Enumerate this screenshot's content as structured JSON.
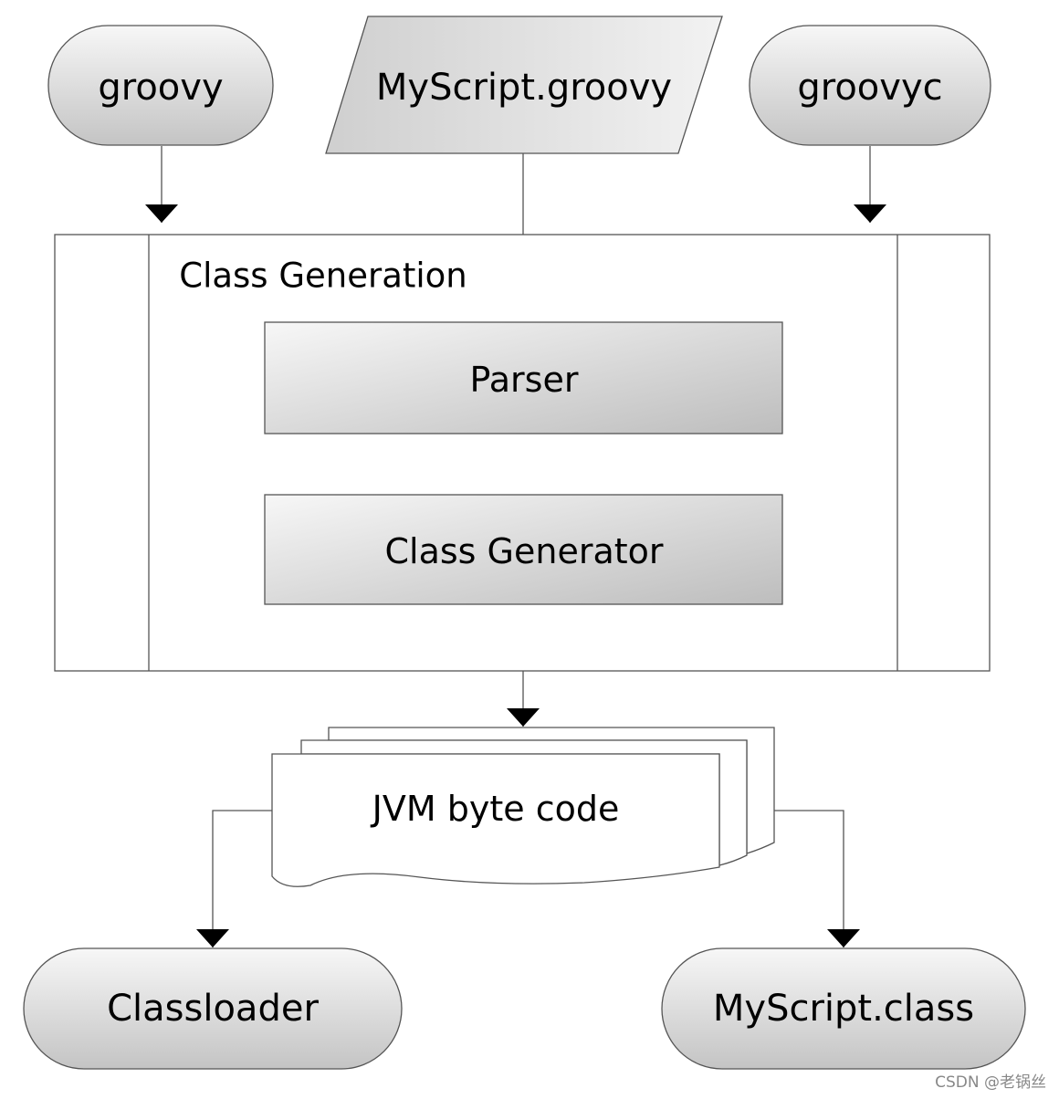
{
  "diagram": {
    "inputs": {
      "groovy": "groovy",
      "source_file": "MyScript.groovy",
      "groovyc": "groovyc"
    },
    "process": {
      "title": "Class Generation",
      "parser": "Parser",
      "class_generator": "Class Generator"
    },
    "output_document": "JVM byte code",
    "outputs": {
      "classloader": "Classloader",
      "class_file": "MyScript.class"
    },
    "colors": {
      "shape_fill_light": "#f5f5f5",
      "shape_fill_dark": "#c2c2c2",
      "stroke": "#444444",
      "text": "#000000"
    }
  },
  "watermark": "CSDN @老锅丝"
}
